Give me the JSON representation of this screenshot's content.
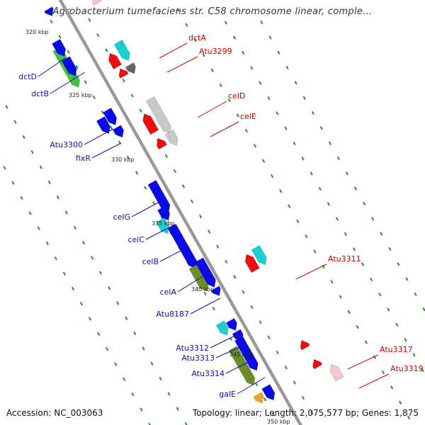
{
  "title": "Agrobacterium tumefaciens str. C58 chromosome linear, comple...",
  "footer": {
    "accession": "Accession: NC_003063",
    "summary": "Topology: linear; Length: 2,075,577 bp; Genes: 1,875"
  },
  "colors": {
    "backbone": "#999999",
    "scale_dots": "#2e8b2e",
    "forward_label": "#1111bb",
    "reverse_label": "#cc0000",
    "blue": "#0a0ae6",
    "green_bright": "#3cc43c",
    "olive": "#6b8c2a",
    "cyan": "#1ccfcf",
    "red": "#ee0c0c",
    "grey": "#c8c8c8",
    "dark_grey": "#666666"
  },
  "scale_labels": [
    "320 kbp",
    "325 kbp",
    "330 kbp",
    "335 kbp",
    "340 kbp",
    "345 kbp",
    "350 kbp"
  ],
  "forward_labels": [
    "dctD",
    "dctB",
    "Atu3300",
    "fixR",
    "celG",
    "celC",
    "celB",
    "celA",
    "Atu8187",
    "Atu3312",
    "Atu3313",
    "Atu3314",
    "galE"
  ],
  "reverse_labels": [
    "dctA",
    "Atu3299",
    "celD",
    "celE",
    "Atu3311",
    "Atu3317",
    "Atu3319"
  ]
}
